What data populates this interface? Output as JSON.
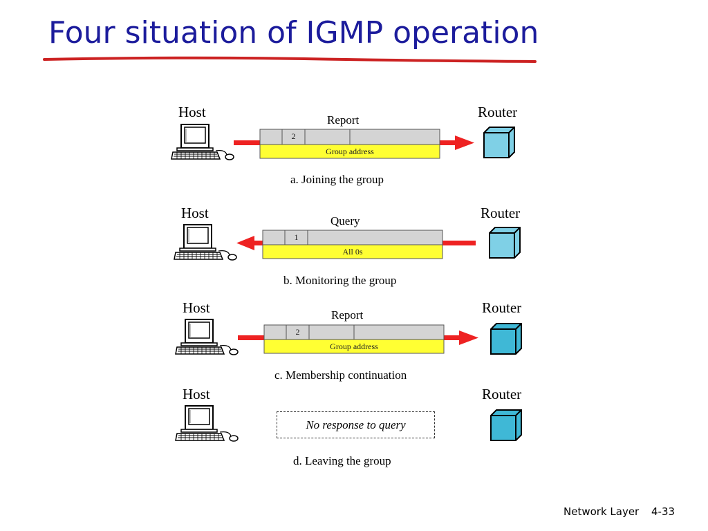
{
  "slide": {
    "title": "Four situation of IGMP operation",
    "footer_left": "Network Layer",
    "footer_right": "4-33"
  },
  "colors": {
    "title": "#1c1c9c",
    "underline": "#cc2222",
    "arrow": "#ee2222",
    "packet_gray": "#d4d4d4",
    "packet_yellow": "#ffff33",
    "router_light": "#7fd0e6",
    "router_dark": "#3fb8d6"
  },
  "panels": [
    {
      "host": "Host",
      "router": "Router",
      "message": "Report",
      "type_field": "2",
      "address_field": "Group address",
      "caption": "a. Joining the group",
      "direction": "host-to-router"
    },
    {
      "host": "Host",
      "router": "Router",
      "message": "Query",
      "type_field": "1",
      "address_field": "All 0s",
      "caption": "b. Monitoring the group",
      "direction": "router-to-host"
    },
    {
      "host": "Host",
      "router": "Router",
      "message": "Report",
      "type_field": "2",
      "address_field": "Group address",
      "caption": "c. Membership continuation",
      "direction": "host-to-router"
    },
    {
      "host": "Host",
      "router": "Router",
      "note": "No response to query",
      "caption": "d. Leaving the group"
    }
  ]
}
